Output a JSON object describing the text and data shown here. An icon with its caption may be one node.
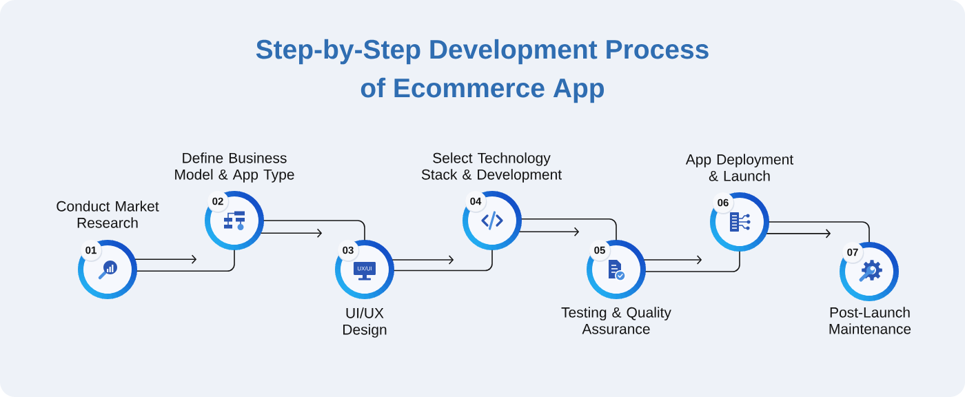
{
  "diagram": {
    "title": "Step-by-Step Development Process of Ecommerce App",
    "nodes": [
      {
        "text": [
          "01"
        ],
        "beside": [
          "Conduct Market Research"
        ]
      },
      {
        "text": [
          "02"
        ],
        "beside": [
          "Define Business Model & App Type"
        ]
      },
      {
        "text": [
          "03",
          "UX/UI"
        ],
        "beside": [
          "UI/UX Design"
        ]
      },
      {
        "text": [
          "04"
        ],
        "beside": [
          "Select Technology Stack & Development"
        ]
      },
      {
        "text": [
          "05"
        ],
        "beside": [
          "Testing & Quality Assurance"
        ]
      },
      {
        "text": [
          "06"
        ],
        "beside": [
          "App Deployment & Launch"
        ]
      },
      {
        "text": [
          "07"
        ],
        "beside": [
          "Post-Launch Maintenance"
        ]
      }
    ],
    "edges": [
      {
        "from": 0,
        "to": 1,
        "arrow": "none"
      },
      {
        "from": 0,
        "to": null,
        "arrow": "to"
      },
      {
        "from": 1,
        "to": 2,
        "arrow": "none"
      },
      {
        "from": 1,
        "to": null,
        "arrow": "to"
      },
      {
        "from": 2,
        "to": 3,
        "arrow": "none"
      },
      {
        "from": 2,
        "to": null,
        "arrow": "to"
      },
      {
        "from": 3,
        "to": 4,
        "arrow": "none"
      },
      {
        "from": 3,
        "to": null,
        "arrow": "to"
      },
      {
        "from": 4,
        "to": 5,
        "arrow": "none"
      },
      {
        "from": 4,
        "to": null,
        "arrow": "to"
      },
      {
        "from": 5,
        "to": 6,
        "arrow": "none"
      },
      {
        "from": 5,
        "to": null,
        "arrow": "to"
      }
    ]
  }
}
